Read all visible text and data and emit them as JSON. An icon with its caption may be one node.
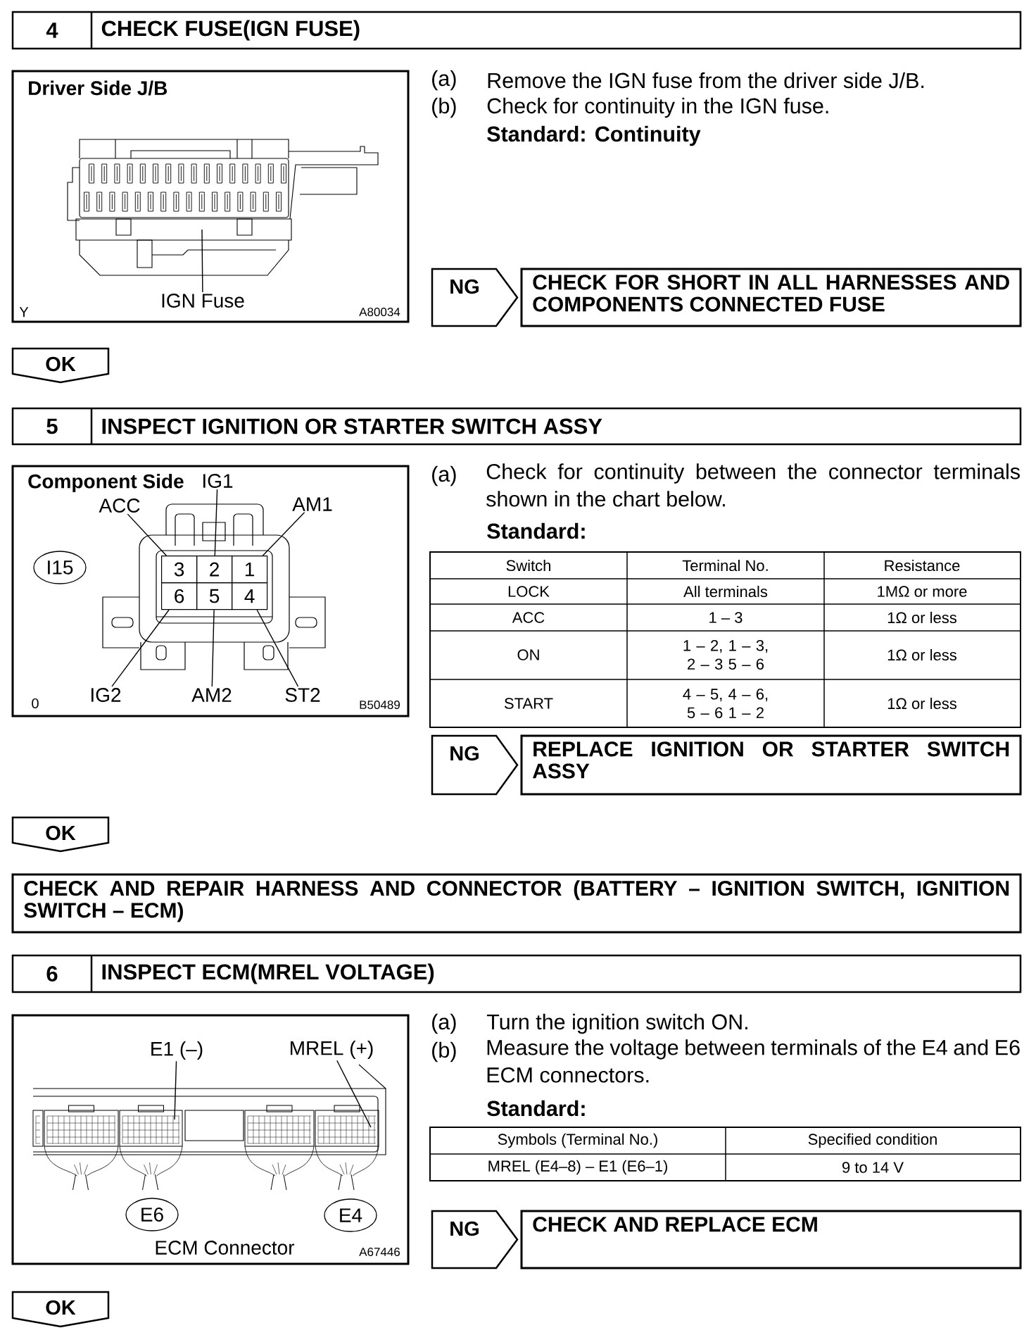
{
  "diagram": {
    "nodes": [
      {
        "text": [
          "4",
          "CHECK FUSE(IGN FUSE)"
        ]
      },
      {
        "text": [
          "Driver Side J/B"
        ]
      },
      {
        "text": [
          "IGN Fuse"
        ],
        "in": 1
      },
      {
        "text": [
          "NG"
        ]
      },
      {
        "text": [
          "CHECK FOR SHORT IN ALL HARNESSES AND COMPONENTS CONNECTED FUSE"
        ]
      },
      {
        "text": [
          "OK"
        ]
      },
      {
        "text": [
          "5",
          "INSPECT IGNITION OR STARTER SWITCH ASSY"
        ]
      },
      {
        "text": [
          "Component Side"
        ]
      },
      {
        "text": [
          "IG1"
        ],
        "in": 7
      },
      {
        "text": [
          "ACC"
        ],
        "in": 7
      },
      {
        "text": [
          "AM1"
        ],
        "in": 7
      },
      {
        "text": [
          "I15"
        ],
        "in": 7
      },
      {
        "text": [
          "3"
        ],
        "in": 7
      },
      {
        "text": [
          "2"
        ],
        "in": 7
      },
      {
        "text": [
          "1"
        ],
        "in": 7
      },
      {
        "text": [
          "6"
        ],
        "in": 7
      },
      {
        "text": [
          "5"
        ],
        "in": 7
      },
      {
        "text": [
          "4"
        ],
        "in": 7
      },
      {
        "text": [
          "IG2"
        ],
        "in": 7
      },
      {
        "text": [
          "AM2"
        ],
        "in": 7
      },
      {
        "text": [
          "ST2"
        ],
        "in": 7
      },
      {
        "text": [
          "NG"
        ]
      },
      {
        "text": [
          "REPLACE IGNITION OR STARTER SWITCH ASSY"
        ]
      },
      {
        "text": [
          "OK"
        ]
      },
      {
        "text": [
          "CHECK AND REPAIR HARNESS AND CONNECTOR (BATTERY – IGNITION SWITCH, IGNITION SWITCH – ECM)"
        ]
      },
      {
        "text": [
          "6",
          "INSPECT ECM(MREL VOLTAGE)"
        ]
      },
      {
        "text": [
          "ECM Connector"
        ]
      },
      {
        "text": [
          "E1 (–)"
        ],
        "in": 26
      },
      {
        "text": [
          "MREL (+)"
        ],
        "in": 26
      },
      {
        "text": [
          "E6"
        ],
        "in": 26
      },
      {
        "text": [
          "E4"
        ],
        "in": 26
      },
      {
        "text": [
          "NG"
        ]
      },
      {
        "text": [
          "CHECK AND REPLACE ECM"
        ]
      },
      {
        "text": [
          "OK"
        ]
      }
    ],
    "edges": [
      {
        "from": 2,
        "to": null,
        "arrow": "none"
      },
      {
        "from": 9,
        "to": 12,
        "arrow": "none"
      },
      {
        "from": 8,
        "to": 13,
        "arrow": "none"
      },
      {
        "from": 10,
        "to": 14,
        "arrow": "none"
      },
      {
        "from": 18,
        "to": 15,
        "arrow": "none"
      },
      {
        "from": 19,
        "to": 16,
        "arrow": "none"
      },
      {
        "from": 20,
        "to": 17,
        "arrow": "none"
      },
      {
        "from": 27,
        "to": null,
        "arrow": "none"
      },
      {
        "from": 28,
        "to": null,
        "arrow": "none"
      }
    ],
    "labels": [
      "Y",
      "A80034",
      "(a)",
      "Remove the IGN fuse from the driver side J/B.",
      "(b)",
      "Check for continuity in the IGN fuse.",
      "Standard: Continuity",
      "0",
      "B50489",
      "(a)",
      "Check for continuity between the connector terminals shown in the chart below.",
      "Standard:",
      "Switch",
      "Terminal No.",
      "Resistance",
      "LOCK",
      "All terminals",
      "1MΩ or more",
      "ACC",
      "1 – 3",
      "1Ω or less",
      "ON",
      "1 – 2, 1 – 3, 2 – 3 5 – 6",
      "1Ω or less",
      "START",
      "4 – 5, 4 – 6, 5 – 6 1 – 2",
      "1Ω or less",
      "A67446",
      "(a)",
      "Turn the ignition switch ON.",
      "(b)",
      "Measure the voltage between terminals of the E4 and E6 ECM connectors.",
      "Standard:",
      "Symbols (Terminal No.)",
      "Specified condition",
      "MREL (E4–8) – E1 (E6–1)",
      "9 to 14 V"
    ]
  }
}
